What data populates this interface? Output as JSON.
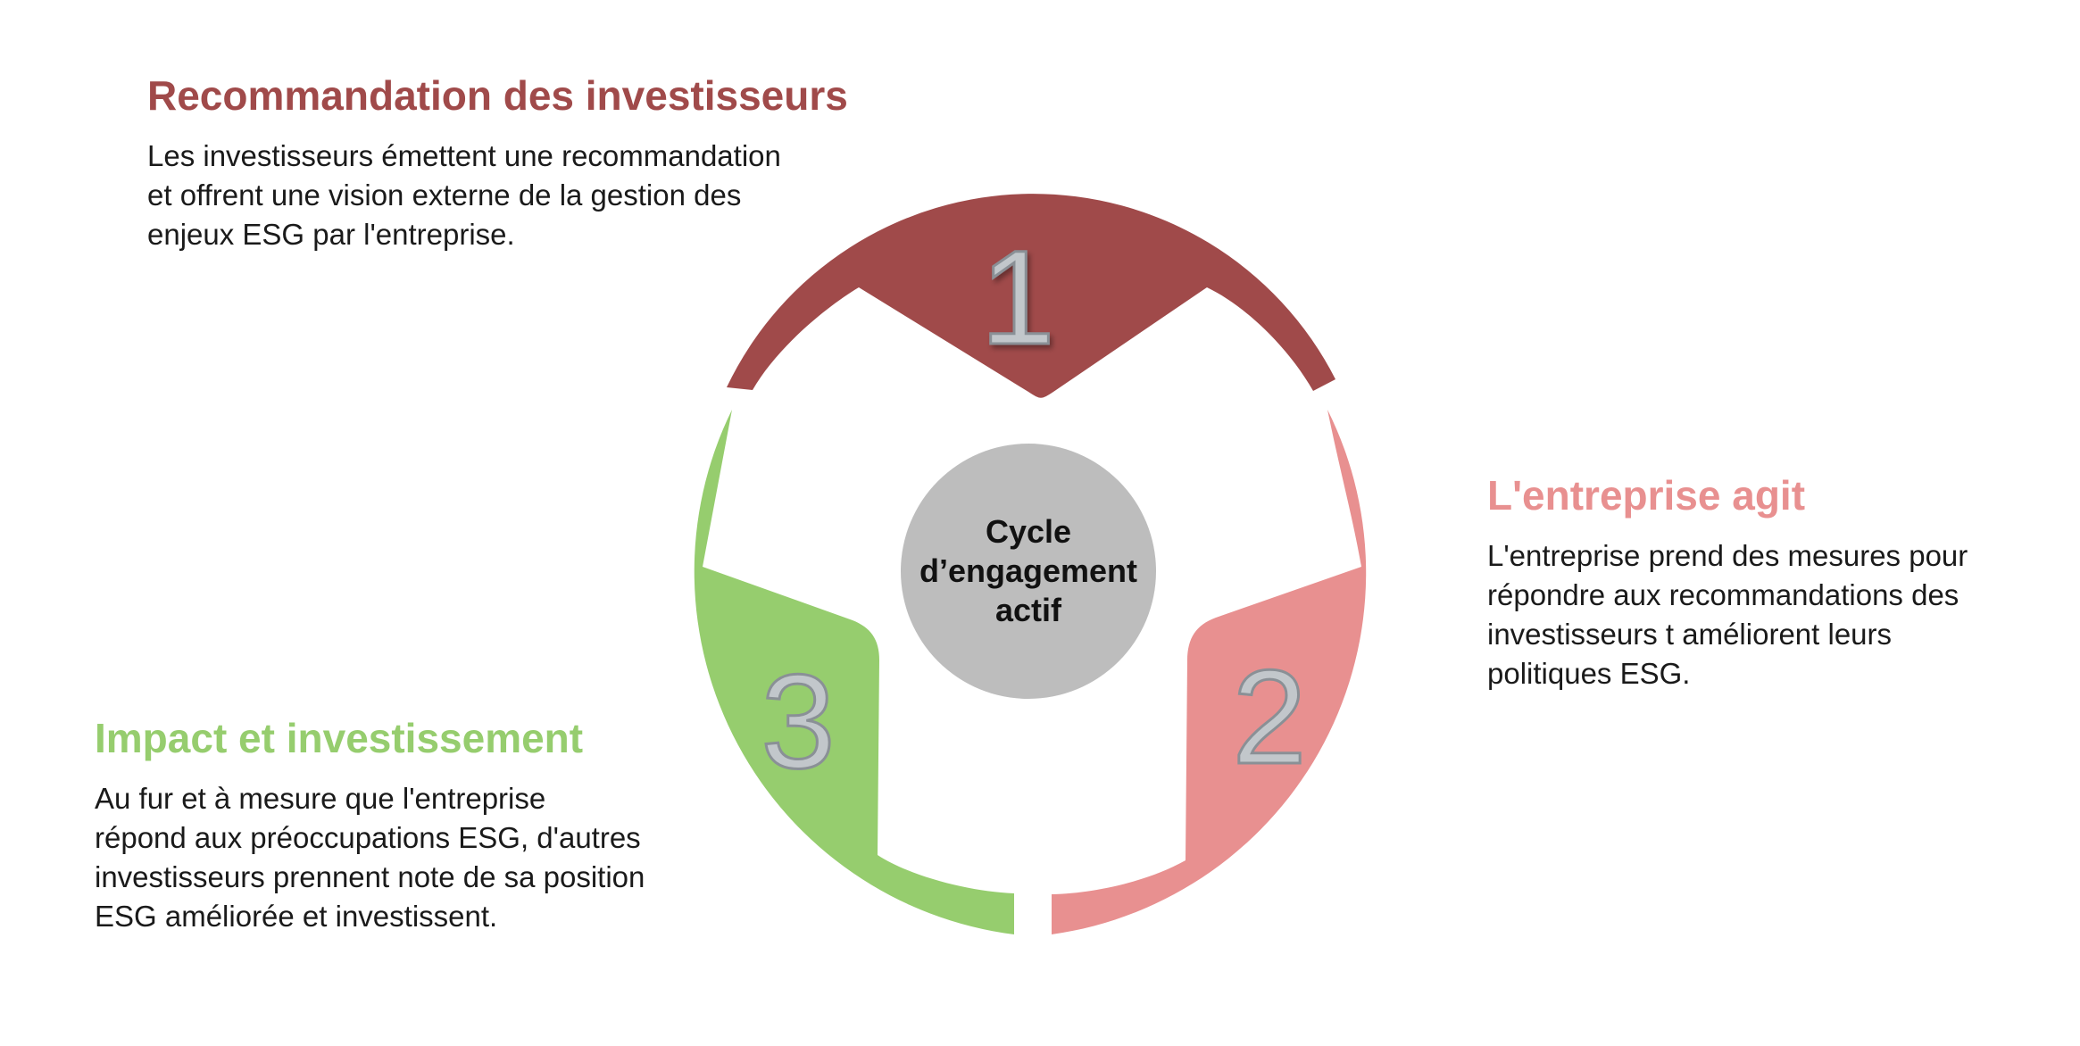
{
  "steps": [
    {
      "number": "1",
      "title": "Recommandation des investisseurs",
      "text": "Les investisseurs émettent une recommandation\net offrent une vision externe de la gestion des\nenjeux ESG par l'entreprise.",
      "color": "#a04a4a"
    },
    {
      "number": "2",
      "title": "L'entreprise agit",
      "text": "L'entreprise prend des mesures pour\nrépondre aux recommandations des\ninvestisseurs t améliorent leurs\npolitiques ESG.",
      "color": "#e89090"
    },
    {
      "number": "3",
      "title": "Impact et investissement",
      "text": "Au fur et à mesure que l'entreprise\nrépond aux préoccupations ESG, d'autres\ninvestisseurs prennent note de sa position\nESG améliorée et investissent.",
      "color": "#96cd6e"
    }
  ],
  "center": {
    "lines": [
      "Cycle",
      "d’engagement",
      "actif"
    ],
    "color": "#bdbdbd"
  },
  "number_color": "#c2c7cb"
}
